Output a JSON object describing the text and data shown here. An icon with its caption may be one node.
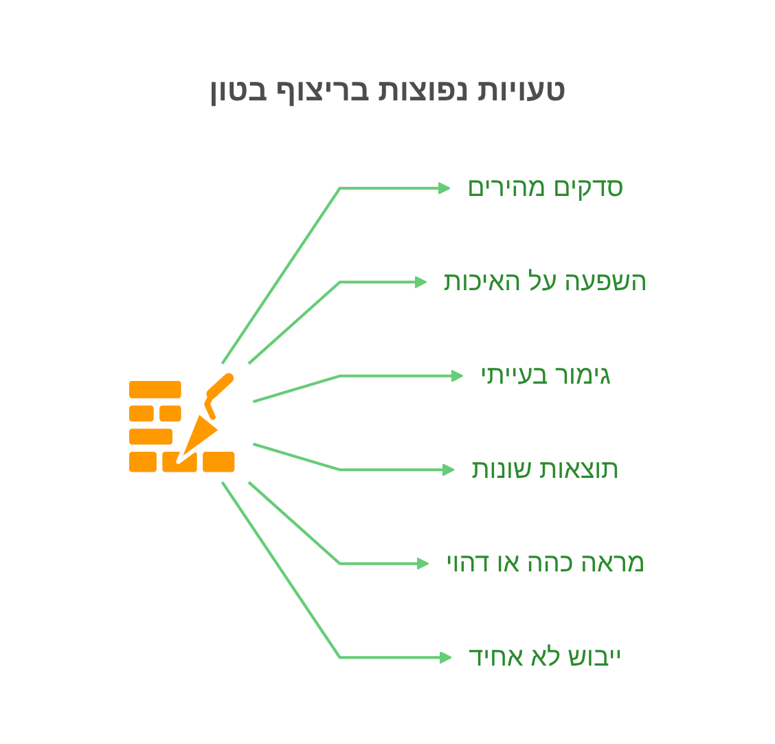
{
  "diagram": {
    "title": "טעויות נפוצות בריצוף בטון",
    "nodes": [
      {
        "text": [],
        "shape": "picture"
      },
      {
        "text": [
          "סדקים מהירים"
        ]
      },
      {
        "text": [
          "השפעה על האיכות"
        ]
      },
      {
        "text": [
          "גימור בעייתי"
        ]
      },
      {
        "text": [
          "תוצאות שונות"
        ]
      },
      {
        "text": [
          "מראה כהה או דהוי"
        ]
      },
      {
        "text": [
          "ייבוש לא אחיד"
        ]
      }
    ],
    "edges": [
      {
        "from": 0,
        "to": 1,
        "arrow": "to"
      },
      {
        "from": 0,
        "to": 2,
        "arrow": "to"
      },
      {
        "from": 0,
        "to": 3,
        "arrow": "to"
      },
      {
        "from": 0,
        "to": 4,
        "arrow": "to"
      },
      {
        "from": 0,
        "to": 5,
        "arrow": "to"
      },
      {
        "from": 0,
        "to": 6,
        "arrow": "to"
      }
    ]
  }
}
